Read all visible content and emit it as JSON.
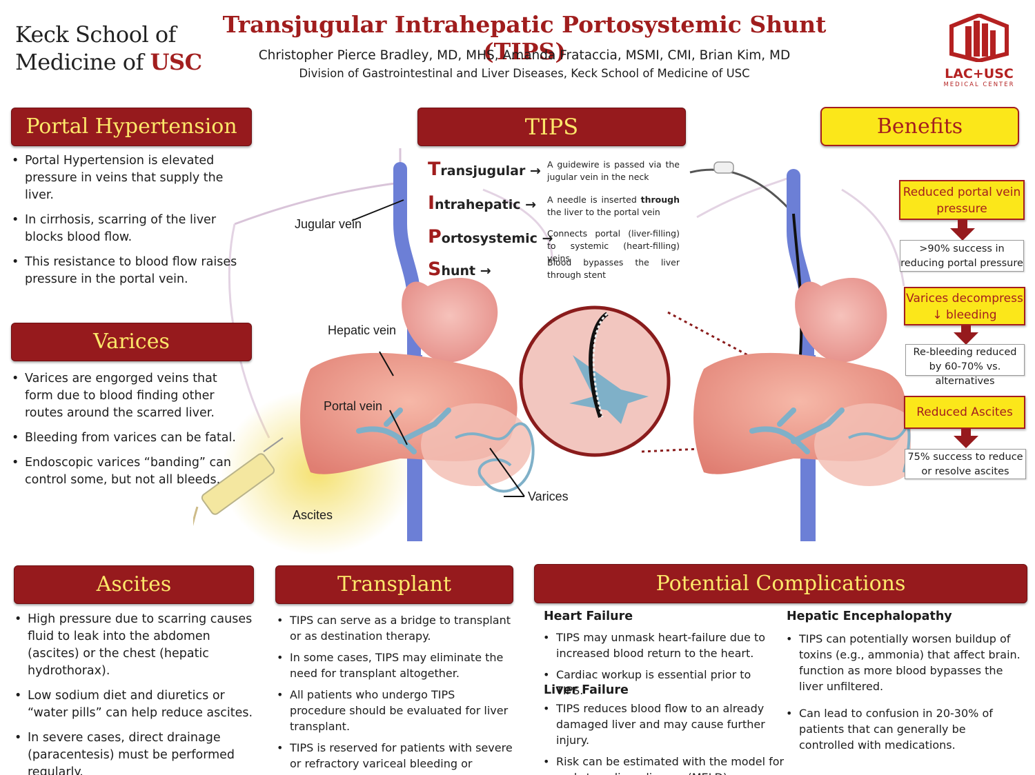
{
  "header": {
    "keck_line1": "Keck School of",
    "keck_line2_prefix": "Medicine of ",
    "keck_line2_usc": "USC",
    "title": "Transjugular Intrahepatic Portosystemic Shunt (TIPS)",
    "authors": "Christopher Pierce Bradley, MD, MHS, Amanda Frataccia, MSMI, CMI, Brian Kim, MD",
    "division": "Division of Gastrointestinal and Liver Diseases, Keck School of Medicine of USC",
    "lac_name": "LAC+USC",
    "lac_sub": "MEDICAL CENTER"
  },
  "portal_hypertension": {
    "heading": "Portal Hypertension",
    "bullets": [
      "Portal Hypertension is elevated pressure in veins that supply the liver.",
      "In cirrhosis, scarring of the liver blocks blood flow.",
      "This resistance to blood flow raises pressure in the portal vein."
    ]
  },
  "varices": {
    "heading": "Varices",
    "bullets": [
      "Varices are engorged veins that form due to blood finding other routes around the scarred  liver.",
      "Bleeding from varices can be fatal.",
      "Endoscopic varices “banding” can control some, but not all bleeds."
    ]
  },
  "tips": {
    "heading": "TIPS",
    "acronym": [
      {
        "letter": "T",
        "rest": "ransjugular →",
        "definition": "A guidewire is passed via the jugular vein in the neck"
      },
      {
        "letter": "I",
        "rest": "ntrahepatic →",
        "definition_pre": "A needle is inserted ",
        "definition_bold": "through",
        "definition_post": " the liver to the portal vein"
      },
      {
        "letter": "P",
        "rest": "ortosystemic →",
        "definition": "Connects portal (liver-filling) to systemic (heart-filling) veins"
      },
      {
        "letter": "S",
        "rest": "hunt →",
        "definition": "Blood bypasses the liver through stent"
      }
    ]
  },
  "illustration_labels": {
    "jugular": "Jugular vein",
    "hepatic": "Hepatic vein",
    "portal": "Portal vein",
    "varices": "Varices",
    "ascites": "Ascites"
  },
  "benefits": {
    "heading": "Benefits",
    "items": [
      {
        "title": "Reduced portal vein pressure",
        "result": ">90% success in reducing portal pressure"
      },
      {
        "title": "Varices decompress ↓ bleeding",
        "result": "Re-bleeding reduced by 60-70% vs. alternatives"
      },
      {
        "title": "Reduced Ascites",
        "result": "75% success to reduce or resolve ascites"
      }
    ]
  },
  "ascites": {
    "heading": "Ascites",
    "bullets": [
      "High pressure due to scarring causes fluid to leak into the abdomen (ascites) or the chest (hepatic hydrothorax).",
      "Low sodium diet and diuretics or “water pills” can help reduce ascites.",
      "In severe cases, direct drainage (paracentesis) must be performed regularly."
    ]
  },
  "transplant": {
    "heading": "Transplant",
    "bullets": [
      "TIPS can serve as a bridge to transplant or as destination therapy.",
      "In some cases, TIPS may eliminate the need for transplant altogether.",
      "All patients who undergo TIPS procedure should be evaluated for liver transplant.",
      "TIPS is reserved for patients with severe or refractory variceal bleeding or ascites."
    ]
  },
  "complications": {
    "heading": "Potential Complications",
    "heart_failure": {
      "title": "Heart Failure",
      "bullets": [
        "TIPS may unmask heart-failure due to increased blood return to the heart.",
        "Cardiac workup is essential prior to TIPS."
      ]
    },
    "liver_failure": {
      "title": "Liver Failure",
      "bullets": [
        "TIPS reduces blood flow to an already damaged liver and may cause further injury.",
        "Risk can be estimated with the model for end stage liver disease (MELD) score."
      ]
    },
    "encephalopathy": {
      "title": "Hepatic Encephalopathy",
      "bullets": [
        "TIPS can potentially worsen buildup of toxins (e.g., ammonia) that affect brain. function as more blood bypasses the liver unfiltered.",
        "Can lead to confusion in 20-30% of patients that can generally be controlled with medications."
      ]
    }
  },
  "colors": {
    "banner_red": "#961a1d",
    "banner_text_gold": "#fde86a",
    "benefit_yellow": "#fbe71a",
    "title_red": "#a01d1d"
  }
}
